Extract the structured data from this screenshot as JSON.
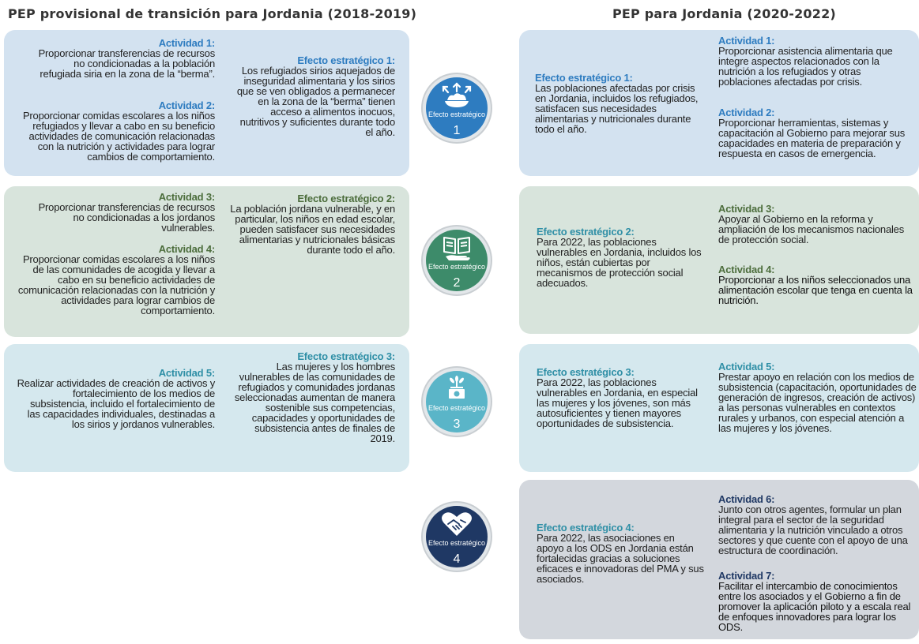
{
  "headers": {
    "left": "PEP provisional de transición para Jordania (2018-2019)",
    "right": "PEP para Jordania (2020-2022)"
  },
  "colors": {
    "blue_panel": "#d3e2f0",
    "green_panel": "#d8e4dc",
    "teal_panel": "#d5e8ee",
    "gray_panel": "#d3d7dd",
    "blue_title": "#2e7cc0",
    "green_title": "#4c6d3c",
    "teal_title": "#2f8fa6",
    "navy_title": "#1f3864",
    "circle1": "#2e7cc0",
    "circle2": "#3d8b6a",
    "circle3": "#5ab5c8",
    "circle4": "#1f3864"
  },
  "left": {
    "row1": {
      "activity1": {
        "title": "Actividad 1:",
        "body": "Proporcionar transferencias de recursos no condicionadas a la población refugiada siria en la zona de la “berma”."
      },
      "activity2": {
        "title": "Actividad 2:",
        "body": "Proporcionar comidas escolares a los niños refugiados y llevar a cabo en su beneficio actividades de comunicación relacionadas con la nutrición y actividades para lograr cambios de comportamiento."
      },
      "outcome": {
        "title": "Efecto estratégico 1:",
        "body": "Los refugiados sirios aquejados de inseguridad alimentaria y los sirios que se ven obligados a permanecer en la zona de la “berma” tienen acceso a alimentos inocuos, nutritivos y suficientes durante todo el año."
      }
    },
    "row2": {
      "activity3": {
        "title": "Actividad 3:",
        "body": "Proporcionar transferencias de recursos no condicionadas a los jordanos vulnerables."
      },
      "activity4": {
        "title": "Actividad 4:",
        "body": "Proporcionar comidas escolares a los niños de las comunidades de acogida y llevar a cabo en su beneficio actividades de comunicación relacionadas con la nutrición y actividades para lograr cambios de comportamiento."
      },
      "outcome": {
        "title": "Efecto estratégico 2:",
        "body": "La población jordana vulnerable, y en particular, los niños en edad escolar, pueden satisfacer sus necesidades alimentarias y nutricionales básicas durante todo el año."
      }
    },
    "row3": {
      "activity5": {
        "title": "Actividad 5:",
        "body": "Realizar actividades de creación de activos y fortalecimiento de los medios de subsistencia, incluido el fortalecimiento de las capacidades individuales, destinadas a los sirios y jordanos vulnerables."
      },
      "outcome": {
        "title": "Efecto estratégico 3:",
        "body": "Las mujeres y los hombres vulnerables de las comunidades de refugiados y comunidades jordanas seleccionadas aumentan de manera sostenible sus competencias, capacidades y oportunidades de subsistencia antes de finales de 2019."
      }
    }
  },
  "circles": [
    {
      "label": "Efecto estratégico",
      "number": "1",
      "icon": "food-bowl-icon"
    },
    {
      "label": "Efecto estratégico",
      "number": "2",
      "icon": "book-hand-icon"
    },
    {
      "label": "Efecto estratégico",
      "number": "3",
      "icon": "wheat-money-icon"
    },
    {
      "label": "Efecto estratégico",
      "number": "4",
      "icon": "heart-handshake-icon"
    }
  ],
  "right": {
    "row1": {
      "outcome": {
        "title": "Efecto estratégico 1:",
        "body": "Las poblaciones afectadas por crisis en Jordania, incluidos los refugiados, satisfacen sus necesidades alimentarias y nutricionales durante todo el año."
      },
      "activity1": {
        "title": "Actividad 1:",
        "body": "Proporcionar asistencia alimentaria que integre aspectos relacionados con la nutrición a los refugiados y otras poblaciones afectadas por crisis."
      },
      "activity2": {
        "title": "Actividad 2:",
        "body": "Proporcionar herramientas, sistemas y capacitación al Gobierno para mejorar sus capacidades en materia de preparación y respuesta en casos de emergencia."
      }
    },
    "row2": {
      "outcome": {
        "title": "Efecto estratégico 2:",
        "body": "Para 2022, las poblaciones vulnerables en Jordania, incluidos los niños, están cubiertas por mecanismos de protección social adecuados."
      },
      "activity3": {
        "title": "Actividad 3:",
        "body": "Apoyar al Gobierno en la reforma y ampliación de los mecanismos nacionales de protección social."
      },
      "activity4": {
        "title": "Actividad 4:",
        "body": "Proporcionar a los niños seleccionados una alimentación escolar que tenga en cuenta la nutrición."
      }
    },
    "row3": {
      "outcome": {
        "title": "Efecto estratégico 3:",
        "body": "Para 2022, las poblaciones vulnerables en Jordania, en especial las mujeres y los jóvenes, son más autosuficientes y tienen mayores oportunidades de subsistencia."
      },
      "activity5": {
        "title": "Actividad 5:",
        "body": "Prestar apoyo en relación con los medios de subsistencia (capacitación, oportunidades de generación de ingresos, creación de activos) a las personas vulnerables en contextos rurales y urbanos, con especial atención a las mujeres y los jóvenes."
      }
    },
    "row4": {
      "outcome": {
        "title": "Efecto estratégico 4:",
        "body": "Para 2022, las asociaciones en apoyo a los ODS en Jordania están fortalecidas gracias a soluciones eficaces e innovadoras del PMA y sus asociados."
      },
      "activity6": {
        "title": "Actividad 6:",
        "body": "Junto con otros agentes, formular un plan integral para el sector de la seguridad alimentaria y la nutrición vinculado a otros sectores y que cuente con el apoyo de una estructura de coordinación."
      },
      "activity7": {
        "title": "Actividad 7:",
        "body": "Facilitar el intercambio de conocimientos entre los asociados y el Gobierno a fin de promover la aplicación piloto y a escala real de enfoques innovadores para lograr los ODS."
      }
    }
  }
}
